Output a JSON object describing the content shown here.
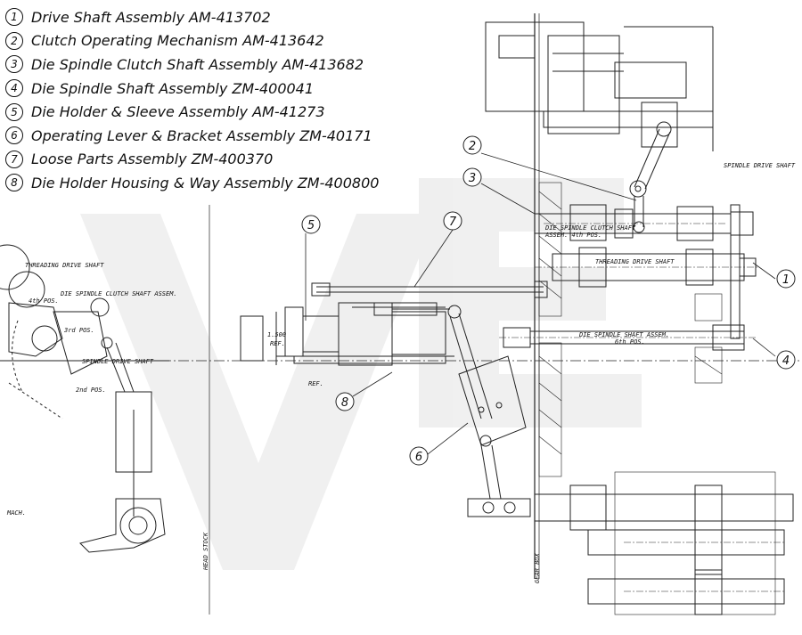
{
  "legend": [
    {
      "num": "1",
      "text": "Drive Shaft Assembly AM-413702"
    },
    {
      "num": "2",
      "text": "Clutch Operating Mechanism AM-413642"
    },
    {
      "num": "3",
      "text": "Die Spindle Clutch Shaft Assembly AM-413682"
    },
    {
      "num": "4",
      "text": "Die Spindle Shaft Assembly ZM-400041"
    },
    {
      "num": "5",
      "text": "Die Holder & Sleeve Assembly AM-41273"
    },
    {
      "num": "6",
      "text": "Operating Lever & Bracket Assembly ZM-40171"
    },
    {
      "num": "7",
      "text": "Loose Parts Assembly ZM-400370"
    },
    {
      "num": "8",
      "text": "Die Holder Housing & Way Assembly ZM-400800"
    }
  ],
  "callouts": [
    "1",
    "2",
    "3",
    "4",
    "5",
    "6",
    "7",
    "8"
  ],
  "drawing_labels": {
    "spindle_drive_shaft": "SPINDLE DRIVE SHAFT",
    "threading_drive_shaft_left": "THREADING DRIVE SHAFT",
    "die_spindle_clutch_shaft_left": "DIE SPINDLE CLUTCH SHAFT ASSEM.",
    "pos_4": "4th POS.",
    "pos_3": "3rd POS.",
    "spindle_drive_shaft_left": "SPINDLE DRIVE SHAFT",
    "pos_2": "2nd POS.",
    "mach": "MACH.",
    "head_stock": "HEAD STOCK",
    "gear_box": "GEAR BOX",
    "dim_1500": "1.500",
    "ref": "REF.",
    "half_ref": "REF.",
    "die_spindle_clutch_shaft": "DIE SPINDLE CLUTCH SHAFT",
    "assem_4th_pos": "ASSEM. 4th POS.",
    "threading_drive_shaft": "THREADING DRIVE SHAFT",
    "die_spindle_shaft_assem": "DIE SPINDLE SHAFT ASSEM.",
    "pos_6th": "6th POS."
  }
}
